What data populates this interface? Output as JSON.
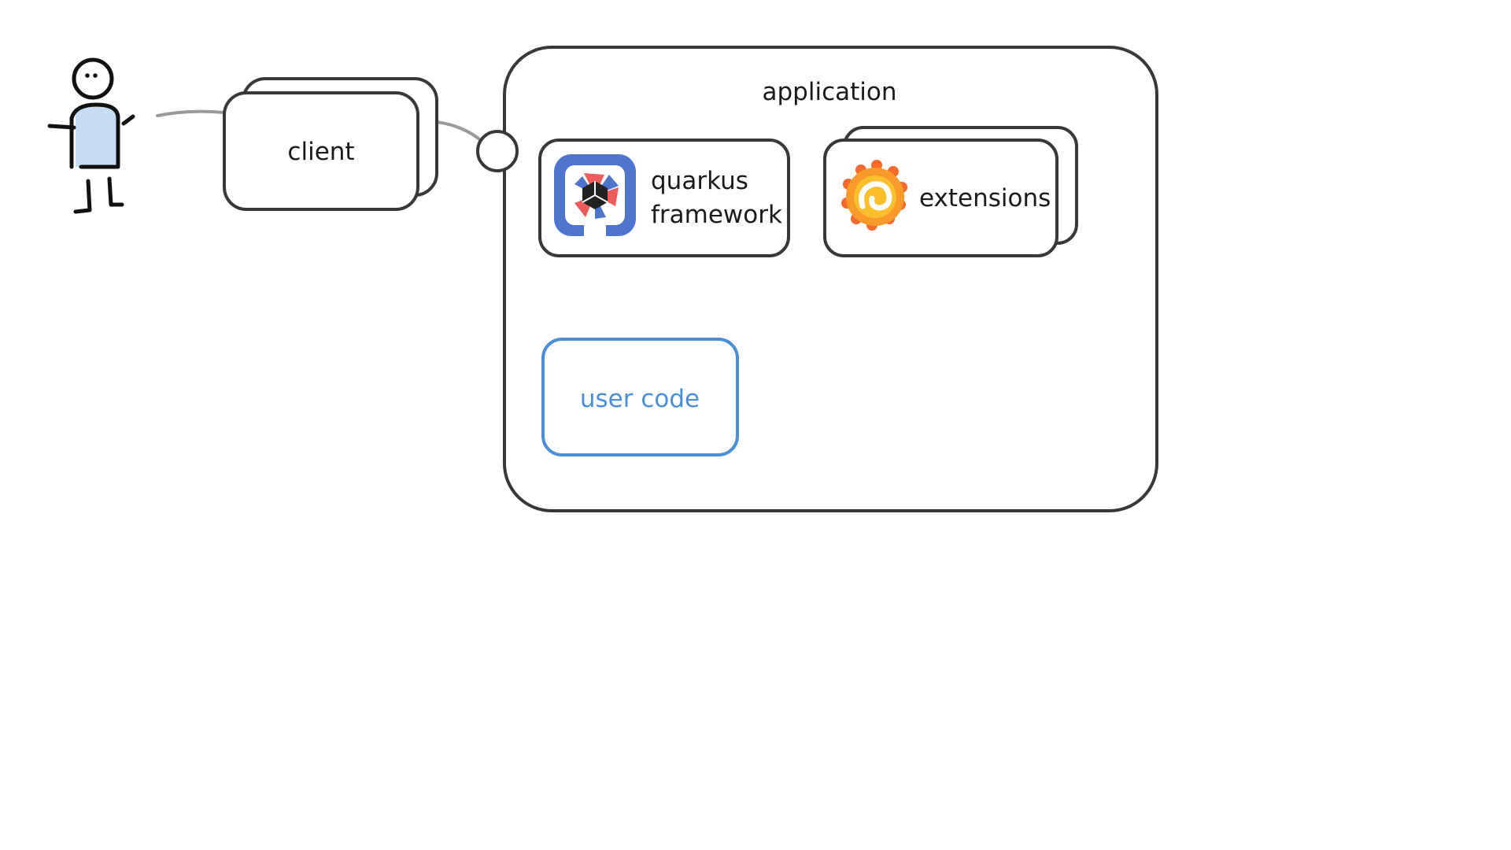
{
  "diagram": {
    "actor": {
      "icon": "user-stick-figure-icon"
    },
    "client": {
      "label": "client"
    },
    "application": {
      "label": "application"
    },
    "framework": {
      "line1": "quarkus",
      "line2": "framework",
      "icon": "quarkus-logo-icon"
    },
    "extensions": {
      "label": "extensions",
      "icon": "grafana-logo-icon"
    },
    "user_code": {
      "label": "user code"
    }
  },
  "colors": {
    "stroke": "#383838",
    "user_code": "#4a8fd8",
    "actor_body": "#c5dcf7",
    "connector": "#9a9a9a"
  }
}
